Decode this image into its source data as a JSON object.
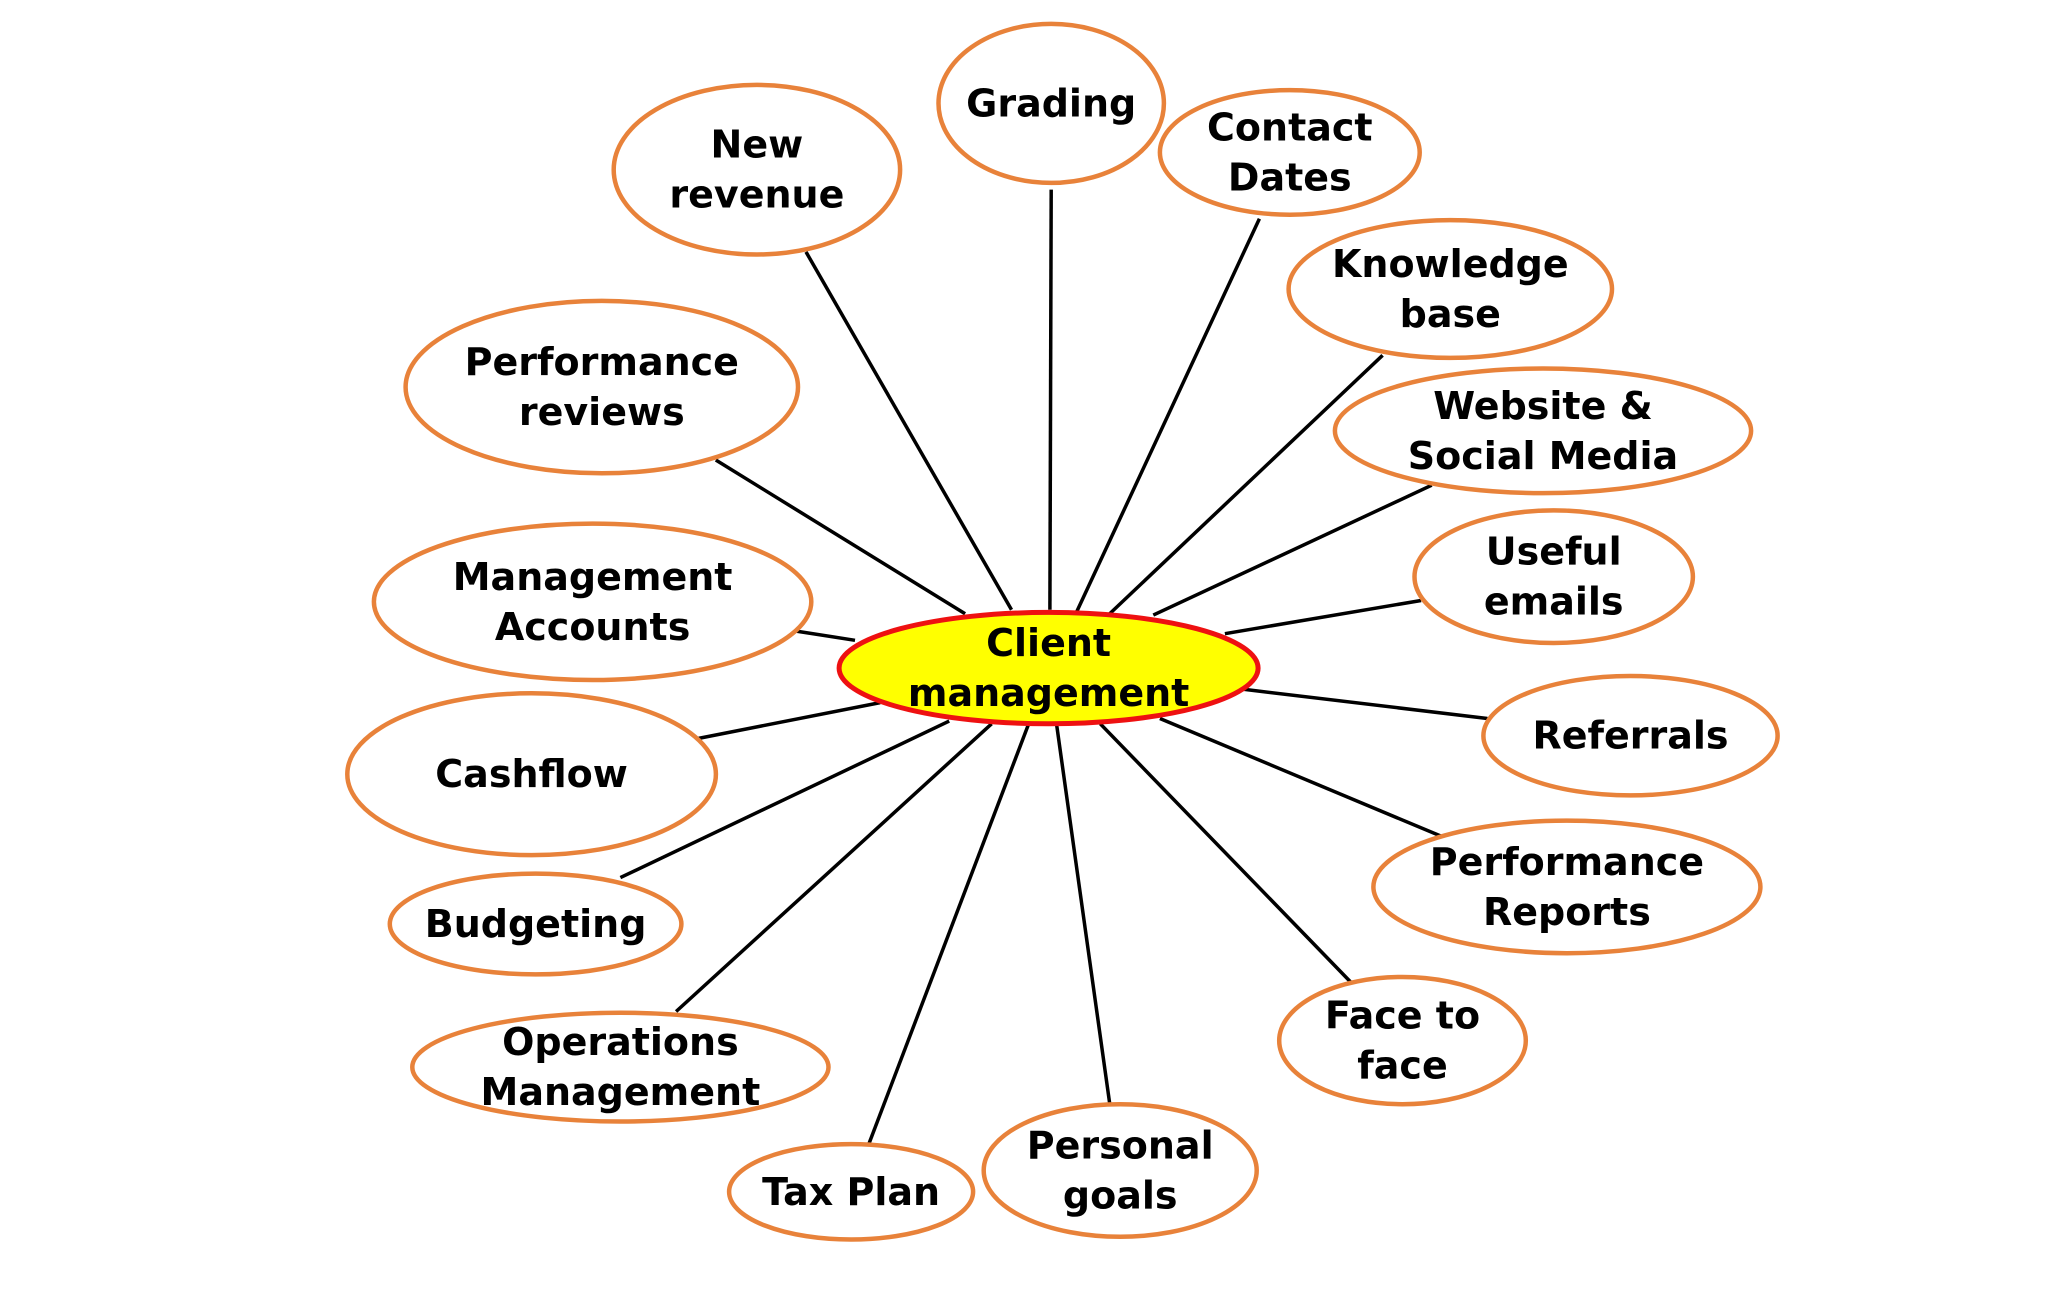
{
  "colors": {
    "node_border": "#e8823a",
    "node_fill": "#ffffff",
    "center_fill": "#ffff00",
    "center_border": "#ee1111",
    "line": "#000000",
    "text": "#000000"
  },
  "center": {
    "lines": [
      "Client",
      "management"
    ]
  },
  "nodes": [
    {
      "id": "grading",
      "lines": [
        "Grading"
      ]
    },
    {
      "id": "contact-dates",
      "lines": [
        "Contact",
        "Dates"
      ]
    },
    {
      "id": "knowledge-base",
      "lines": [
        "Knowledge",
        "base"
      ]
    },
    {
      "id": "website-social-media",
      "lines": [
        "Website &",
        "Social Media"
      ]
    },
    {
      "id": "useful-emails",
      "lines": [
        "Useful",
        "emails"
      ]
    },
    {
      "id": "referrals",
      "lines": [
        "Referrals"
      ]
    },
    {
      "id": "performance-reports",
      "lines": [
        "Performance",
        "Reports"
      ]
    },
    {
      "id": "face-to-face",
      "lines": [
        "Face to",
        "face"
      ]
    },
    {
      "id": "personal-goals",
      "lines": [
        "Personal",
        "goals"
      ]
    },
    {
      "id": "tax-plan",
      "lines": [
        "Tax Plan"
      ]
    },
    {
      "id": "operations-management",
      "lines": [
        "Operations",
        "Management"
      ]
    },
    {
      "id": "budgeting",
      "lines": [
        "Budgeting"
      ]
    },
    {
      "id": "cashflow",
      "lines": [
        "Cashflow"
      ]
    },
    {
      "id": "management-accounts",
      "lines": [
        "Management",
        "Accounts"
      ]
    },
    {
      "id": "performance-reviews",
      "lines": [
        "Performance",
        "reviews"
      ]
    },
    {
      "id": "new-revenue",
      "lines": [
        "New",
        "revenue"
      ]
    }
  ]
}
